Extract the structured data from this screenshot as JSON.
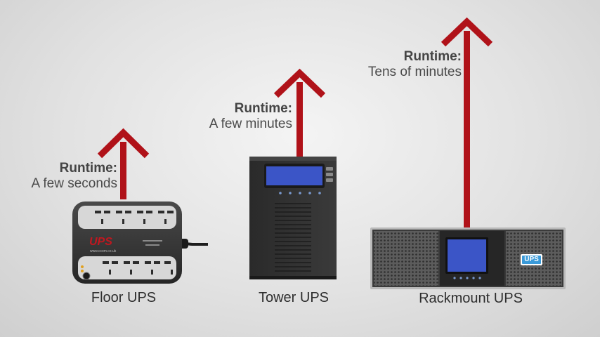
{
  "colors": {
    "arrow": "#b01219",
    "background": "#e2e2e2",
    "device_dark": "#2b2b2b",
    "screen_blue": "#3b55c7",
    "brand_red": "#c2171f",
    "badge_blue": "#3a9ad9"
  },
  "devices": [
    {
      "id": "floor",
      "runtime_label": "Runtime:",
      "runtime_value": "A few seconds",
      "caption": "Floor UPS",
      "brand": "UPS",
      "fine_print": "www.ccom.co.uk"
    },
    {
      "id": "tower",
      "runtime_label": "Runtime:",
      "runtime_value": "A few minutes",
      "caption": "Tower UPS"
    },
    {
      "id": "rackmount",
      "runtime_label": "Runtime:",
      "runtime_value": "Tens of minutes",
      "caption": "Rackmount UPS",
      "badge": "UPS"
    }
  ]
}
